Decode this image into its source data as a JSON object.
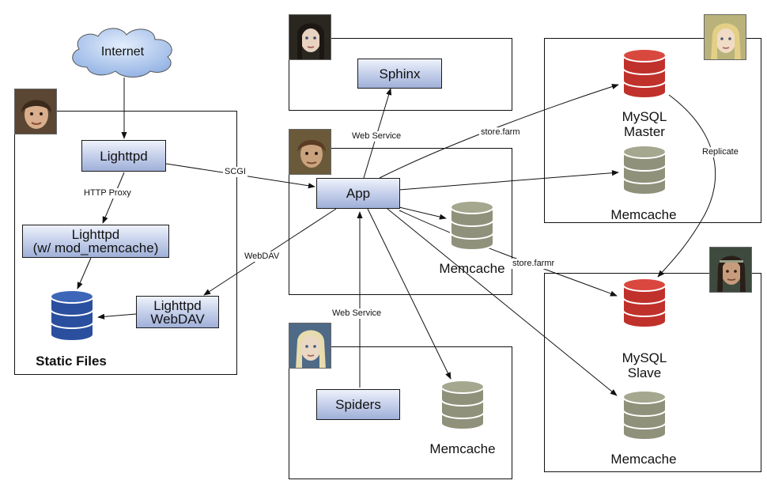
{
  "colors": {
    "db_red": "#c0312b",
    "db_gray": "#8f917a",
    "db_blue": "#2a4f9e",
    "node_fill": "#c9d3ec",
    "cloud_fill": "#b7cdee"
  },
  "nodes": {
    "internet": "Internet",
    "lighttpd": "Lighttpd",
    "lighttpd_memcache": "Lighttpd\n(w/ mod_memcache)",
    "lighttpd_webdav": "Lighttpd\nWebDAV",
    "sphinx": "Sphinx",
    "app": "App",
    "spiders": "Spiders"
  },
  "db_labels": {
    "static_files": "Static Files",
    "app_memcache": "Memcache",
    "mysql_master": "MySQL\nMaster",
    "master_memcache": "Memcache",
    "mysql_slave": "MySQL\nSlave",
    "slave_memcache": "Memcache",
    "spiders_memcache": "Memcache"
  },
  "edge_labels": {
    "http_proxy": "HTTP Proxy",
    "scgi": "SCGI",
    "webdav": "WebDAV",
    "web_service_sphinx": "Web Service",
    "store_farm": "store.farm",
    "store_farmr": "store.farmr",
    "replicate": "Replicate",
    "web_service_spiders": "Web Service"
  },
  "avatars": [
    "avatar-portrait-1",
    "avatar-portrait-2",
    "avatar-portrait-3",
    "avatar-portrait-4",
    "avatar-portrait-5",
    "avatar-portrait-6"
  ]
}
